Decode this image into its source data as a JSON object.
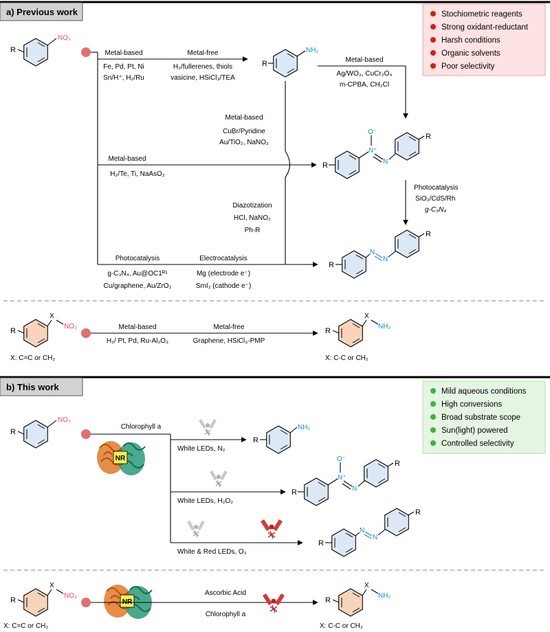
{
  "panel_a": {
    "label": "a) Previous work",
    "drawbacks": [
      "Stochiometric reagents",
      "Strong oxidant-reductant",
      "Harsh conditions",
      "Organic solvents",
      "Poor selectivity"
    ],
    "routes": {
      "metal_based_label": "Metal-based",
      "metal_based_reagents": [
        "Fe, Pd, Pt, Ni",
        "Sn/H⁺, H₂/Ru"
      ],
      "metal_free_label": "Metal-free",
      "metal_free_reagents": [
        "H₂/fullerenes, thiols",
        "vasicine, HSiCl₃/TEA"
      ],
      "oxidation_label": "Metal-based",
      "oxidation_reagents": [
        "Ag/WO₃, CuCr₂O₄",
        "m-CPBA, CH₂Cl"
      ],
      "middle_label": "Metal-based",
      "middle_reagents": [
        "CuBr/Pyridine",
        "Au/TiO₂, NaNO₂"
      ],
      "direct_label": "Metal-based",
      "direct_reagents": "H₂/Te, Ti, NaAsO₂",
      "photo_label": "Photocatalysis",
      "photo_reagents": [
        "SiO₂/CdS/Rh",
        "g-C₃N₄"
      ],
      "diazo_label": "Diazotization",
      "diazo_reagents": [
        "HCl, NaNO₂",
        "Ph-R"
      ],
      "bottom_photo_label": "Photocatalysis",
      "bottom_photo_reagents": [
        "g-C₃N₄, Au@OC1ᴿ¹",
        "Cu/graphene, Au/ZrO₂"
      ],
      "electro_label": "Electrocatalysis",
      "electro_reagents": [
        "Mg (electrode e⁻)",
        "SmI₂ (cathode e⁻)"
      ]
    },
    "nitroalkyl": {
      "metal_based_label": "Metal-based",
      "metal_based_reagents": "H₂/ Pt, Pd, Ru-Al₂O₃",
      "metal_free_label": "Metal-free",
      "metal_free_reagents": "Graphene, HSiCl₃-PMP",
      "sub_left": "X: C=C or CH₂",
      "sub_right": "X: C-C or CH₂"
    }
  },
  "panel_b": {
    "label": "b) This work",
    "advantages": [
      "Mild aqueous conditions",
      "High conversions",
      "Broad substrate scope",
      "Sun(light) powered",
      "Controlled selectivity"
    ],
    "catalyst": "Chlorophyll a",
    "nr_label": "NR",
    "cond1": "White LEDs, N₂",
    "cond2": "White LEDs, H₂O₂",
    "cond3": "White & Red LEDs, O₂",
    "bottom_top": "Ascorbic Acid",
    "bottom_bottom": "Chlorophyll a",
    "sub_left": "X: C=C or CH₂",
    "sub_right": "X: C-C or CH₂"
  },
  "atoms": {
    "R": "R",
    "X": "X",
    "NO2": "NO₂",
    "NH2": "NH₂",
    "N": "N",
    "Nplus": "N⁺",
    "Ominus": "O⁻"
  },
  "colors": {
    "red_accent": "#e4525c",
    "blue_accent": "#1d8be0",
    "ring_blue": "#dde8f6",
    "ring_orange": "#f8d4bd",
    "drawback_bg": "#fde3e3",
    "advantage_bg": "#e4f5e2"
  }
}
